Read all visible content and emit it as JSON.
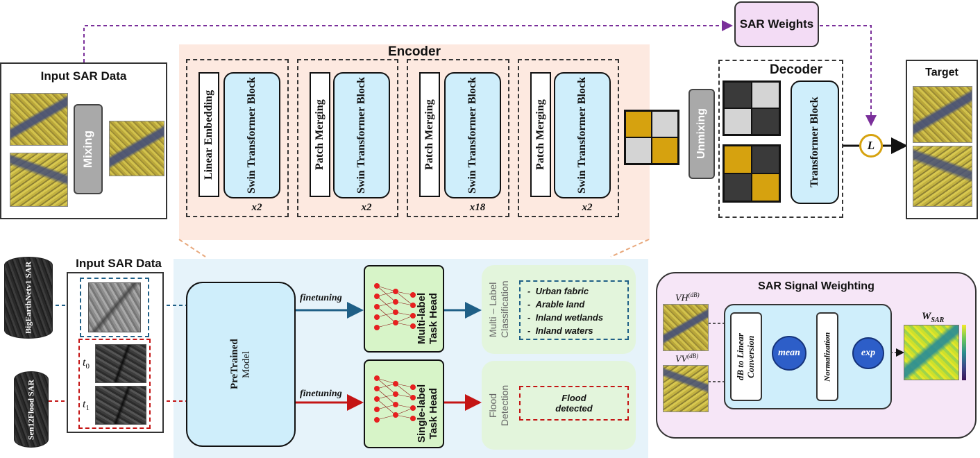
{
  "encoder": {
    "title": "Encoder",
    "stages": [
      {
        "merge": "Linear Embedding",
        "block": "Swin Transformer Block",
        "repeat": "x2"
      },
      {
        "merge": "Patch Merging",
        "block": "Swin Transformer Block",
        "repeat": "x2"
      },
      {
        "merge": "Patch Merging",
        "block": "Swin Transformer Block",
        "repeat": "x18"
      },
      {
        "merge": "Patch Merging",
        "block": "Swin Transformer Block",
        "repeat": "x2"
      }
    ]
  },
  "input_top": {
    "title": "Input SAR Data",
    "mixing": "Mixing"
  },
  "sar_weights": "SAR Weights",
  "decoder": {
    "title": "Decoder",
    "unmixing": "Unmixing",
    "block": "Transformer Block"
  },
  "loss_symbol": "L",
  "target": "Target",
  "input_bottom": {
    "title": "Input SAR Data",
    "dataset1": "BigEarthNetv1 SAR",
    "dataset2": "Sen12Flood SAR",
    "t0": "t",
    "t0_sub": "0",
    "t1": "t",
    "t1_sub": "1"
  },
  "pretrained": {
    "line1": "PreTrained",
    "line2": "Model"
  },
  "finetuning1": "finetuning",
  "finetuning2": "finetuning",
  "head1": {
    "line1": "Multi-label",
    "line2": "Task Head"
  },
  "head2": {
    "line1": "Single-label",
    "line2": "Task Head"
  },
  "mlc": {
    "title_line1": "Multi – Label",
    "title_line2": "Classification",
    "items": [
      "Urban fabric",
      "Arable land",
      "Inland wetlands",
      "Inland waters"
    ]
  },
  "flood": {
    "title_line1": "Flood",
    "title_line2": "Detection",
    "result_line1": "Flood",
    "result_line2": "detected"
  },
  "weighting": {
    "title": "SAR Signal Weighting",
    "vh": "VH",
    "vh_sup": "(dB)",
    "vv": "VV",
    "vv_sup": "(dB)",
    "convert_line1": "dB to Linear",
    "convert_line2": "Conversion",
    "mean": "mean",
    "normalization": "Normalization",
    "exp": "exp",
    "w": "W",
    "w_sub": "SAR"
  },
  "colors": {
    "encoder_bg": "#fde9e0",
    "lower_bg": "#e6f3fa",
    "swin_block": "#cfeefb",
    "weights_box": "#f3dcf5",
    "weighting_panel": "#f6e6f7",
    "task_head": "#d7f4c8",
    "blue_link": "#1f5f86",
    "red_link": "#c41414",
    "purple_link": "#7a2f9a",
    "gold": "#d6a20f"
  }
}
